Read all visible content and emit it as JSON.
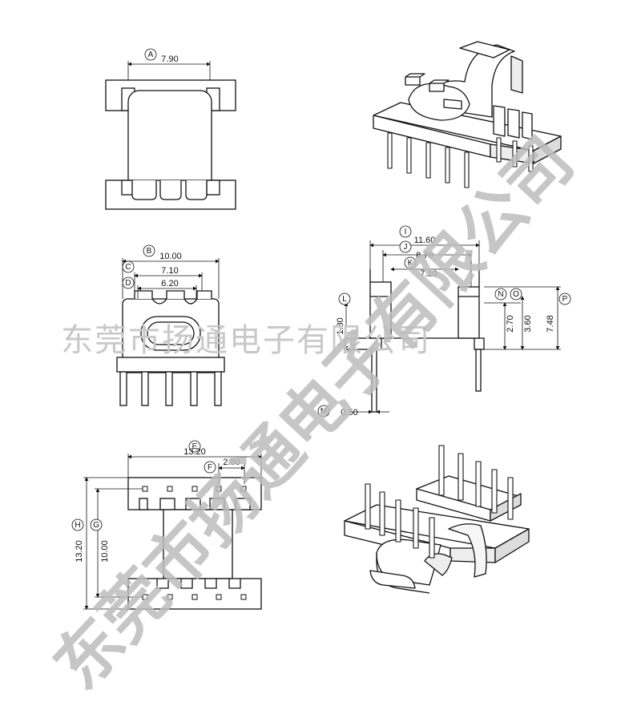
{
  "watermark": {
    "horizontal": "东莞市扬通电子有限公司",
    "diagonal": "东莞市扬通电子有限公司"
  },
  "views": {
    "top_view": {
      "tag": "A",
      "dim": "7.90"
    },
    "front_view": {
      "tags": [
        "B",
        "C",
        "D"
      ],
      "dims": [
        "10.00",
        "7.10",
        "6.20"
      ]
    },
    "side_view": {
      "tags": [
        "I",
        "J",
        "K",
        "L",
        "M",
        "N",
        "O",
        "P"
      ],
      "dims": {
        "i": "11.60",
        "j": "8.70",
        "k": "7.10",
        "l": "1.80",
        "m": "0.50",
        "n": "2.70",
        "o": "3.60",
        "p": "7.48"
      }
    },
    "bottom_view": {
      "tags": [
        "E",
        "F",
        "G",
        "H"
      ],
      "dims": {
        "e": "13.20",
        "f": "2.50",
        "g": "10.00",
        "h": "13.20"
      }
    }
  }
}
